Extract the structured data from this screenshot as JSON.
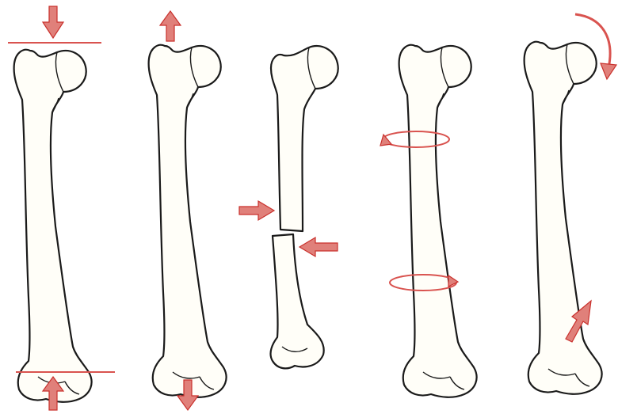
{
  "colors": {
    "bone_fill": "#fffef8",
    "bone_outline": "#1a1a1a",
    "arrow_fill": "#e0807a",
    "arrow_stroke": "#c9302c",
    "force_line": "#d9534f",
    "background": "#ffffff"
  },
  "panels": [
    {
      "id": "compression",
      "force": "axial-compression",
      "arrows": [
        "down-arrow-top",
        "up-arrow-bottom"
      ]
    },
    {
      "id": "tension",
      "force": "axial-tension",
      "arrows": [
        "up-arrow-top",
        "down-arrow-bottom"
      ]
    },
    {
      "id": "shear",
      "force": "transverse-shear",
      "arrows": [
        "right-arrow-upper",
        "left-arrow-lower"
      ]
    },
    {
      "id": "torsion",
      "force": "torsion",
      "arrows": [
        "twist-arrow-upper",
        "twist-arrow-lower"
      ]
    },
    {
      "id": "bending",
      "force": "bending",
      "arrows": [
        "curved-arrow-head",
        "diagonal-arrow-condyle"
      ]
    }
  ]
}
